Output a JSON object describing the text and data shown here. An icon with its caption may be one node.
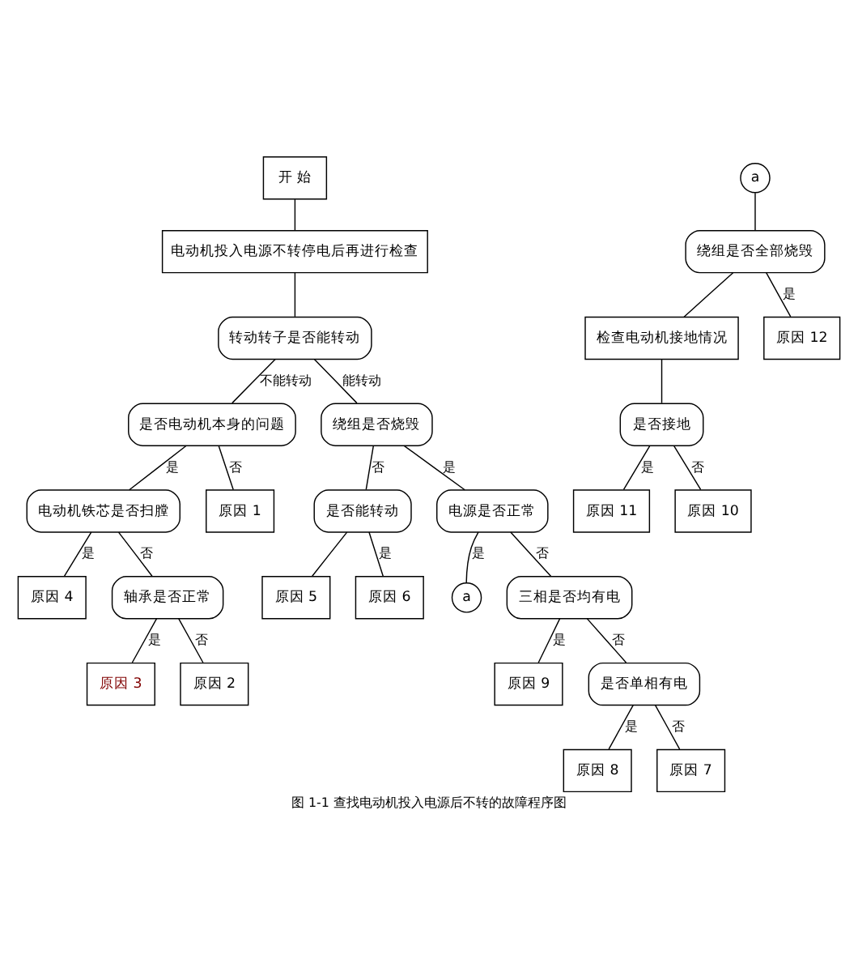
{
  "diagram": {
    "caption": "图 1-1 查找电动机投入电源后不转的故障程序图",
    "nodes": [
      {
        "text": [
          "开 始"
        ]
      },
      {
        "text": [
          "电动机投入电源不转停电后再进行检查"
        ]
      },
      {
        "text": [
          "转动转子是否能转动"
        ]
      },
      {
        "text": [
          "是否电动机本身的问题"
        ]
      },
      {
        "text": [
          "绕组是否烧毁"
        ]
      },
      {
        "text": [
          "电动机铁芯是否扫膛"
        ]
      },
      {
        "text": [
          "是否能转动"
        ]
      },
      {
        "text": [
          "原因 1"
        ]
      },
      {
        "text": [
          "原因 4"
        ]
      },
      {
        "text": [
          "原因 5"
        ]
      },
      {
        "text": [
          "原因 6"
        ]
      },
      {
        "text": [
          "轴承是否正常"
        ]
      },
      {
        "text": [
          "原因 3"
        ]
      },
      {
        "text": [
          "原因 2"
        ]
      },
      {
        "text": [
          "电源是否正常"
        ]
      },
      {
        "text": [
          "a"
        ]
      },
      {
        "text": [
          "三相是否均有电"
        ]
      },
      {
        "text": [
          "原因 9"
        ]
      },
      {
        "text": [
          "是否单相有电"
        ]
      },
      {
        "text": [
          "原因 8"
        ]
      },
      {
        "text": [
          "原因 7"
        ]
      },
      {
        "text": [
          "a"
        ]
      },
      {
        "text": [
          "绕组是否全部烧毁"
        ]
      },
      {
        "text": [
          "检查电动机接地情况"
        ]
      },
      {
        "text": [
          "原因 12"
        ]
      },
      {
        "text": [
          "是否接地"
        ]
      },
      {
        "text": [
          "原因 11"
        ]
      },
      {
        "text": [
          "原因 10"
        ]
      }
    ],
    "edges": [
      {
        "from": 0,
        "to": 1,
        "arrow": "none"
      },
      {
        "from": 1,
        "to": 2,
        "arrow": "none"
      },
      {
        "from": 2,
        "to": 3,
        "arrow": "none",
        "label": "不能转动"
      },
      {
        "from": 2,
        "to": 4,
        "arrow": "none",
        "label": "能转动"
      },
      {
        "from": 3,
        "to": 5,
        "arrow": "none",
        "label": "是"
      },
      {
        "from": 3,
        "to": 7,
        "arrow": "none",
        "label": "否"
      },
      {
        "from": 4,
        "to": 6,
        "arrow": "none",
        "label": "否"
      },
      {
        "from": 4,
        "to": 14,
        "arrow": "none",
        "label": "是"
      },
      {
        "from": 6,
        "to": 9,
        "arrow": "none"
      },
      {
        "from": 6,
        "to": 10,
        "arrow": "none",
        "label": "是"
      },
      {
        "from": 5,
        "to": 8,
        "arrow": "none",
        "label": "是"
      },
      {
        "from": 5,
        "to": 11,
        "arrow": "none",
        "label": "否"
      },
      {
        "from": 11,
        "to": 12,
        "arrow": "none",
        "label": "是"
      },
      {
        "from": 11,
        "to": 13,
        "arrow": "none",
        "label": "否"
      },
      {
        "from": 14,
        "to": 15,
        "arrow": "none",
        "label": "是"
      },
      {
        "from": 14,
        "to": 16,
        "arrow": "none",
        "label": "否"
      },
      {
        "from": 16,
        "to": 17,
        "arrow": "none",
        "label": "是"
      },
      {
        "from": 16,
        "to": 18,
        "arrow": "none",
        "label": "否"
      },
      {
        "from": 18,
        "to": 19,
        "arrow": "none",
        "label": "是"
      },
      {
        "from": 18,
        "to": 20,
        "arrow": "none",
        "label": "否"
      },
      {
        "from": 21,
        "to": 22,
        "arrow": "none"
      },
      {
        "from": 22,
        "to": 24,
        "arrow": "none",
        "label": "是"
      },
      {
        "from": 22,
        "to": 23,
        "arrow": "none"
      },
      {
        "from": 23,
        "to": 25,
        "arrow": "none"
      },
      {
        "from": 25,
        "to": 26,
        "arrow": "none",
        "label": "是"
      },
      {
        "from": 25,
        "to": 27,
        "arrow": "none",
        "label": "否"
      }
    ]
  }
}
